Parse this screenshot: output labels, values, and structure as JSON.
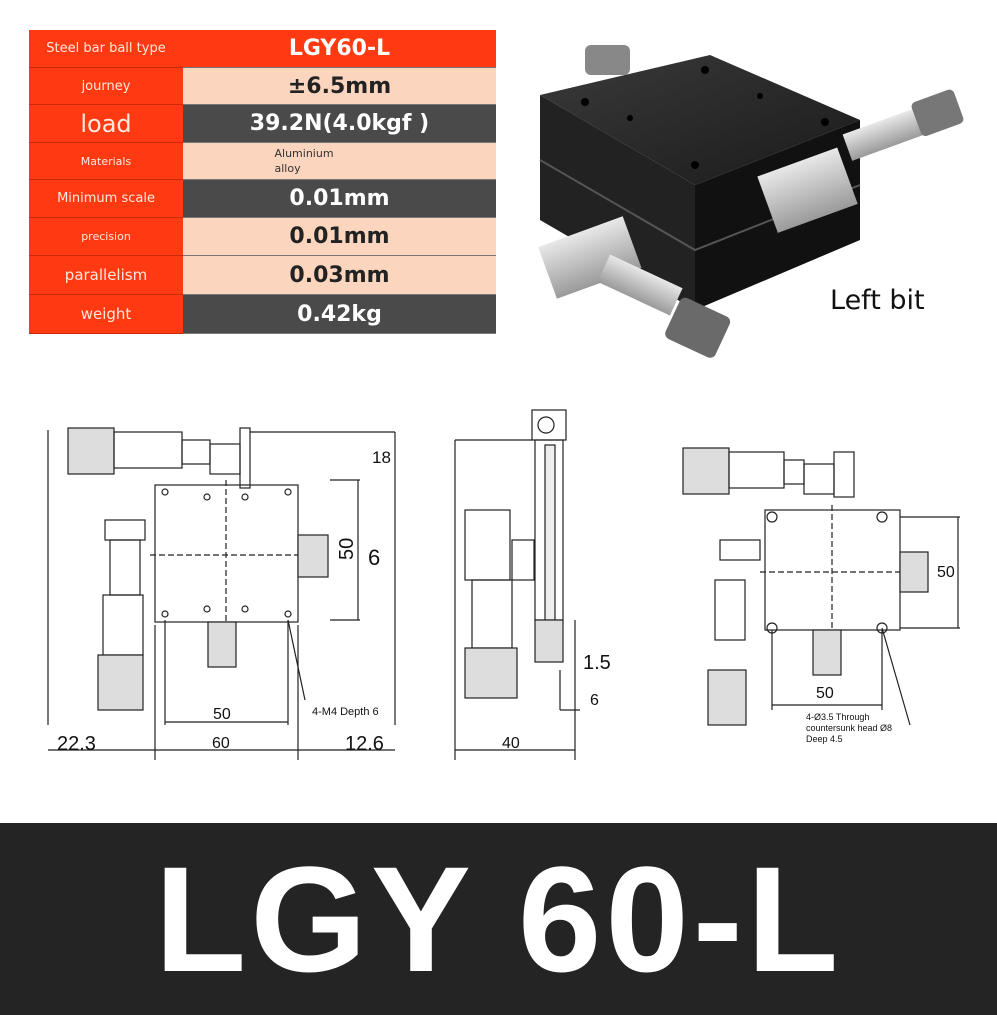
{
  "specs": {
    "header_label": "Steel bar ball type",
    "model": "LGY60-L",
    "rows": [
      {
        "label": "journey",
        "value": "±6.5mm"
      },
      {
        "label": "load",
        "value": "39.2N(4.0kgf )"
      },
      {
        "label": "Materials",
        "value_line1": "Aluminium",
        "value_line2": "alloy"
      },
      {
        "label": "Minimum scale",
        "value": "0.01mm"
      },
      {
        "label": "precision",
        "value": "0.01mm"
      },
      {
        "label": "parallelism",
        "value": "0.03mm"
      },
      {
        "label": "weight",
        "value": "0.42kg"
      }
    ]
  },
  "product_photo_caption": "Left bit",
  "drawing1": {
    "dim_18": "18",
    "dim_50_side": "50",
    "dim_6": "6",
    "dim_50_bottom": "50",
    "dim_60": "60",
    "dim_22_3": "22.3",
    "dim_12_6": "12.6",
    "note_holes": "4-M4 Depth 6"
  },
  "drawing2": {
    "dim_1_5": "1.5",
    "dim_6": "6",
    "dim_40": "40"
  },
  "drawing3": {
    "dim_50_side": "50",
    "dim_50_bottom": "50",
    "note_line1": "4-Ø3.5 Through",
    "note_line2": "countersunk head Ø8",
    "note_line3": "Deep 4.5"
  },
  "footer_title": "LGY 60-L",
  "colors": {
    "accent_red": "#ff3a12",
    "peach": "#fbd5bd",
    "dark_gray": "#4a4a4a",
    "footer_bg": "#242424"
  }
}
